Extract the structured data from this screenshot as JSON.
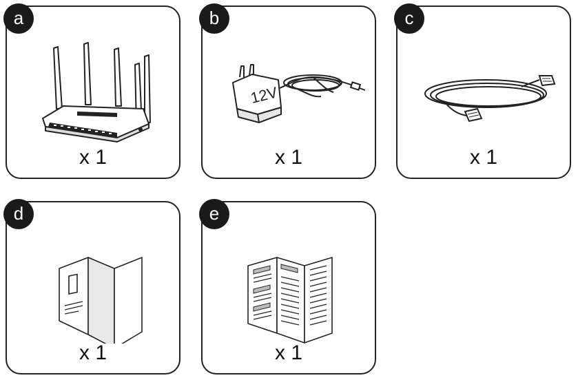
{
  "items": [
    {
      "label": "a",
      "quantity": "x 1",
      "icon": "router-icon"
    },
    {
      "label": "b",
      "quantity": "x 1",
      "icon": "power-adapter-icon",
      "adapter_text": "12V"
    },
    {
      "label": "c",
      "quantity": "x 1",
      "icon": "ethernet-cable-icon"
    },
    {
      "label": "d",
      "quantity": "x 1",
      "icon": "folded-leaflet-icon"
    },
    {
      "label": "e",
      "quantity": "x 1",
      "icon": "quick-guide-icon"
    }
  ]
}
